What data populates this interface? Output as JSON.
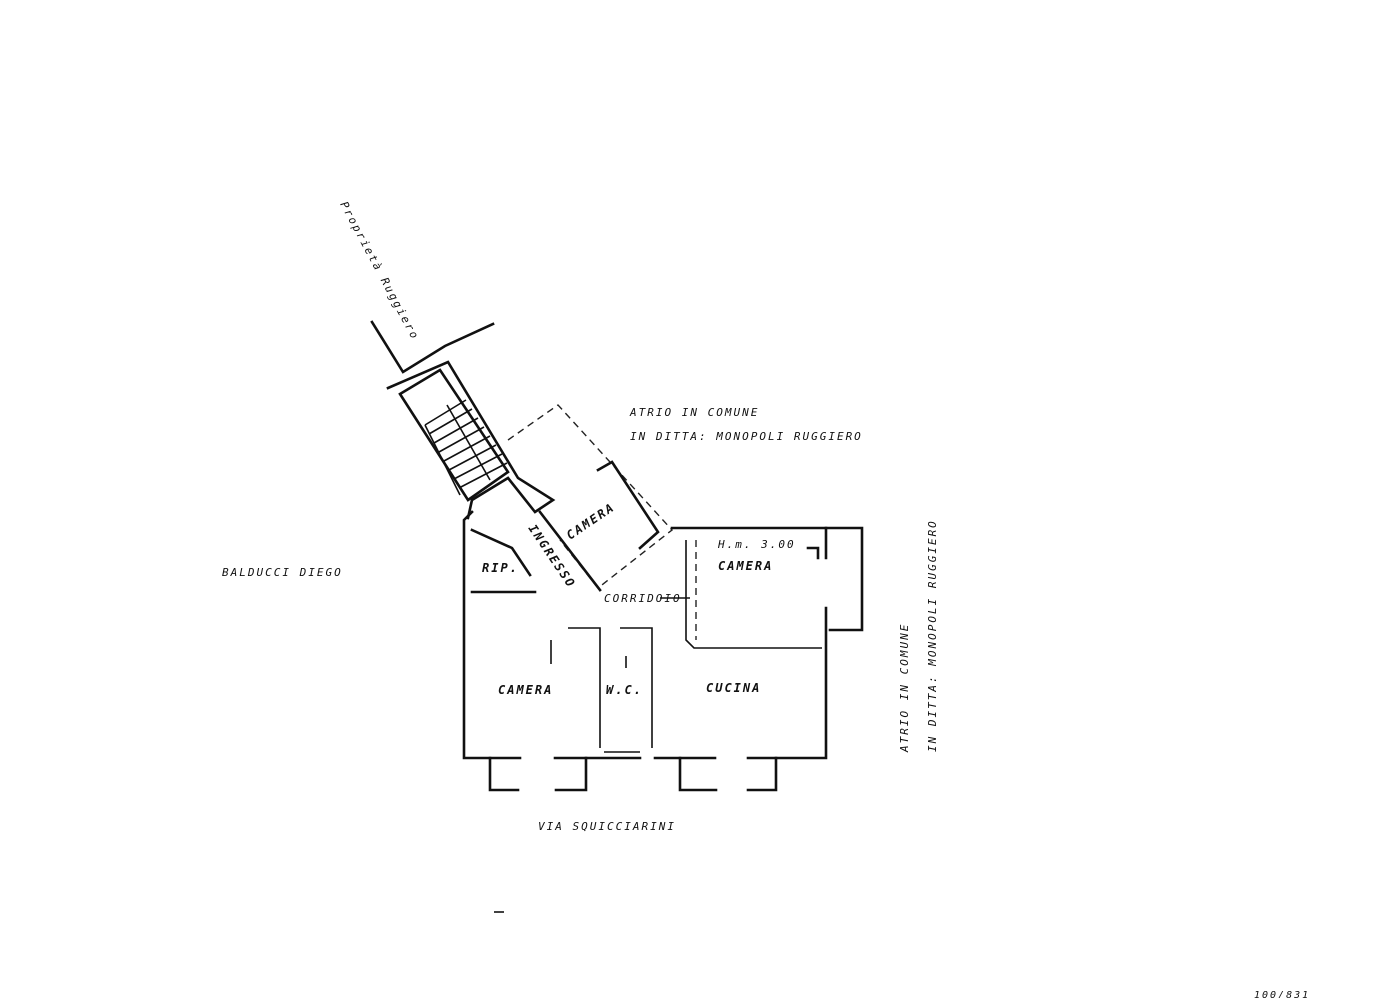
{
  "labels": {
    "neighbor_top_rotated": "Proprietà Ruggiero",
    "atrio_1_line1": "ATRIO IN COMUNE",
    "atrio_1_line2": "IN DITTA: MONOPOLI RUGGIERO",
    "atrio_2_line1": "ATRIO IN COMUNE",
    "atrio_2_line2": "IN DITTA: MONOPOLI RUGGIERO",
    "neighbor_left": "BALDUCCI DIEGO",
    "room_camera_diag": "CAMERA",
    "room_camera_right": "CAMERA",
    "room_camera_left": "CAMERA",
    "room_wc": "W.C.",
    "room_cucina": "CUCINA",
    "room_ripostiglio": "RIP.",
    "room_corridoio": "CORRIDOIO",
    "ingresso": "INGRESSO",
    "height": "H.m. 3.00",
    "street": "VIA SQUICCIARINI",
    "corner_ref": "100/831"
  }
}
